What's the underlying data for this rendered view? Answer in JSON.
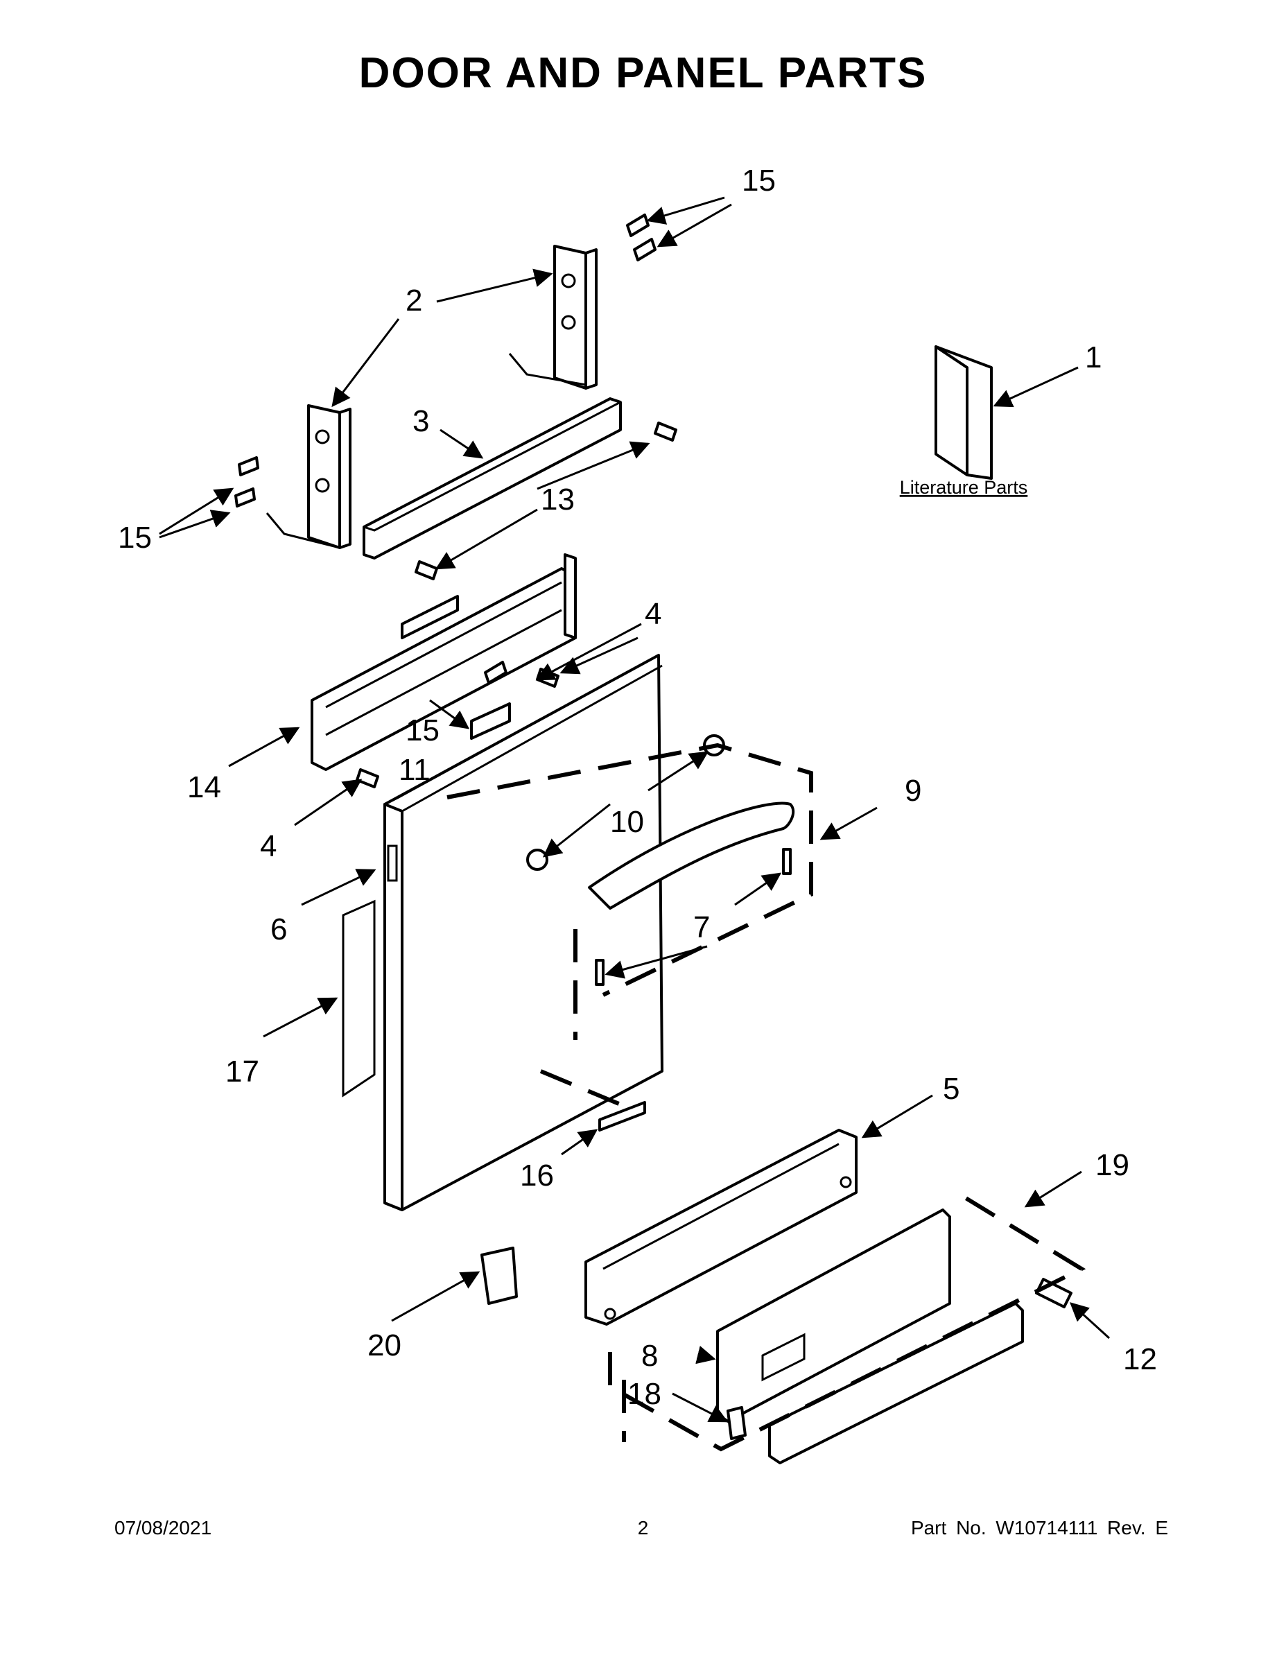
{
  "title": "DOOR AND PANEL PARTS",
  "literature_label": "Literature Parts",
  "footer": {
    "date": "07/08/2021",
    "page": "2",
    "part_number": "Part No.  W10714111  Rev.  E"
  },
  "callouts": [
    "15",
    "2",
    "1",
    "3",
    "13",
    "15",
    "4",
    "15",
    "11",
    "14",
    "9",
    "4",
    "10",
    "6",
    "7",
    "17",
    "5",
    "16",
    "19",
    "20",
    "12",
    "8",
    "18"
  ]
}
